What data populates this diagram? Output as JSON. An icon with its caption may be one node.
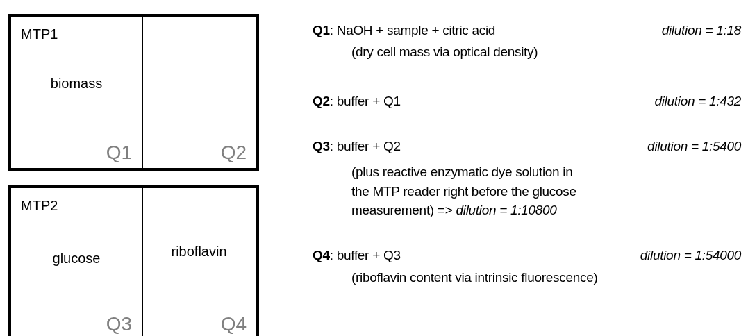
{
  "diagram": {
    "nodes": [
      {
        "text": [],
        "shape": "box"
      },
      {
        "text": [
          "MTP1",
          "biomass",
          "Q1"
        ],
        "in": 0
      },
      {
        "text": [
          "Q2"
        ],
        "in": 0
      },
      {
        "text": [],
        "shape": "box"
      },
      {
        "text": [
          "MTP2",
          "glucose",
          "Q3"
        ],
        "in": 3
      },
      {
        "text": [
          "riboflavin",
          "Q4"
        ],
        "in": 3
      }
    ],
    "labels": [
      "**Q1**: NaOH + sample + citric acid",
      "dilution = 1:18",
      "(dry cell mass via optical density)",
      "**Q2**: buffer + Q1",
      "dilution = 1:432",
      "**Q3**: buffer + Q2",
      "dilution = 1:5400",
      "(plus reactive enzymatic dye solution in the MTP reader right before the glucose measurement) => *dilution = 1:10800*",
      "**Q4**: buffer + Q3",
      "dilution = 1:54000",
      "(riboflavin content via intrinsic fluorescence)"
    ]
  }
}
